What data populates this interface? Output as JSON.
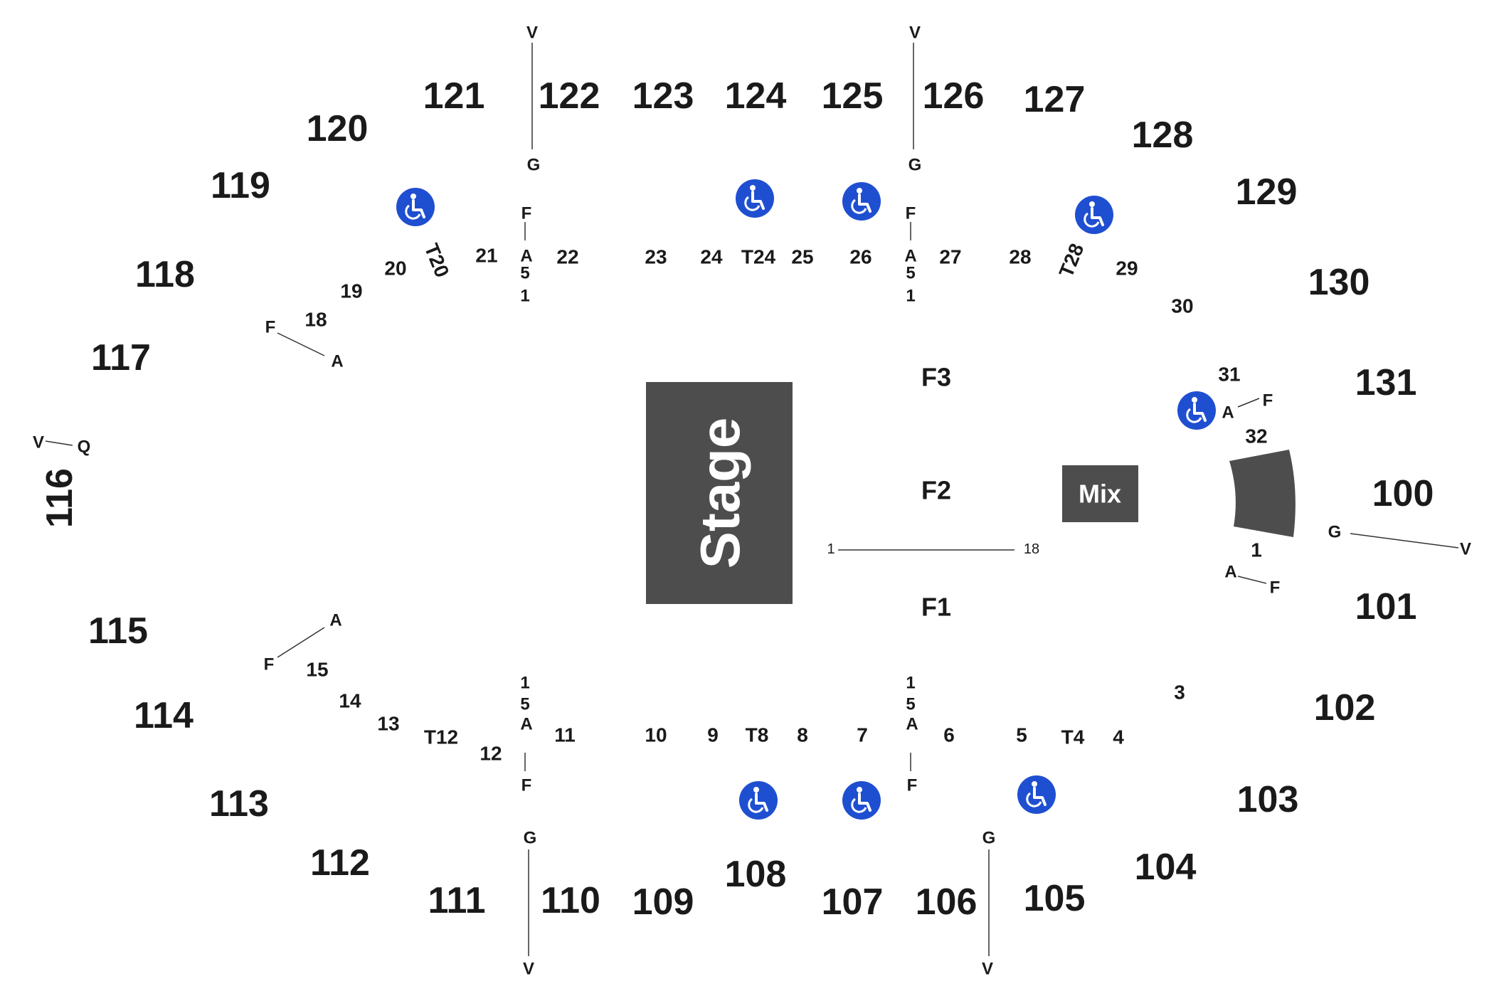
{
  "stage_label": "Stage",
  "mix_label": "Mix",
  "floor_sections": [
    "F3",
    "F2",
    "F1"
  ],
  "floor_row_range": {
    "start": "1",
    "end": "18"
  },
  "upper_sections": [
    "100",
    "101",
    "102",
    "103",
    "104",
    "105",
    "106",
    "107",
    "108",
    "109",
    "110",
    "111",
    "112",
    "113",
    "114",
    "115",
    "116",
    "117",
    "118",
    "119",
    "120",
    "121",
    "122",
    "123",
    "124",
    "125",
    "126",
    "127",
    "128",
    "129",
    "130",
    "131"
  ],
  "lower_sections": [
    "1",
    "3",
    "4",
    "T4",
    "5",
    "6",
    "7",
    "8",
    "T8",
    "9",
    "10",
    "11",
    "12",
    "T12",
    "13",
    "14",
    "15",
    "18",
    "19",
    "20",
    "T20",
    "21",
    "22",
    "23",
    "24",
    "T24",
    "25",
    "26",
    "27",
    "28",
    "T28",
    "29",
    "30",
    "31",
    "32"
  ],
  "row_markers": [
    "A",
    "F",
    "G",
    "V",
    "Q",
    "1",
    "5"
  ],
  "icons": [
    "wheelchair-icon"
  ],
  "colors": {
    "stage": "#4d4d4d",
    "mix": "#4d4d4d",
    "accessible": "#1f4fd1",
    "text": "#1a1a1a"
  }
}
